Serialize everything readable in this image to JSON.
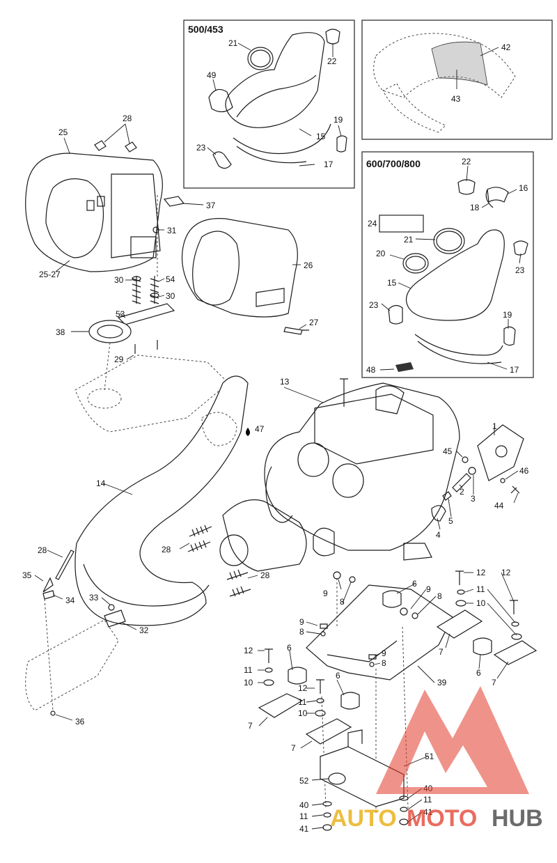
{
  "insets": {
    "inset_500": {
      "title": "500/453"
    },
    "inset_600": {
      "title": "600/700/800"
    }
  },
  "callouts": [
    {
      "id": "c21a",
      "text": "21"
    },
    {
      "id": "c22a",
      "text": "22"
    },
    {
      "id": "c49",
      "text": "49"
    },
    {
      "id": "c19a",
      "text": "19"
    },
    {
      "id": "c15a",
      "text": "15"
    },
    {
      "id": "c23a",
      "text": "23"
    },
    {
      "id": "c17a",
      "text": "17"
    },
    {
      "id": "c42",
      "text": "42"
    },
    {
      "id": "c43",
      "text": "43"
    },
    {
      "id": "c22b",
      "text": "22"
    },
    {
      "id": "c16",
      "text": "16"
    },
    {
      "id": "c18",
      "text": "18"
    },
    {
      "id": "c24",
      "text": "24"
    },
    {
      "id": "c21b",
      "text": "21"
    },
    {
      "id": "c20",
      "text": "20"
    },
    {
      "id": "c23b",
      "text": "23"
    },
    {
      "id": "c15b",
      "text": "15"
    },
    {
      "id": "c23c",
      "text": "23"
    },
    {
      "id": "c19b",
      "text": "19"
    },
    {
      "id": "c48",
      "text": "48"
    },
    {
      "id": "c17b",
      "text": "17"
    },
    {
      "id": "c28a",
      "text": "28"
    },
    {
      "id": "c25",
      "text": "25"
    },
    {
      "id": "c37",
      "text": "37"
    },
    {
      "id": "c31",
      "text": "31"
    },
    {
      "id": "c25_27",
      "text": "25-27"
    },
    {
      "id": "c30a",
      "text": "30"
    },
    {
      "id": "c54",
      "text": "54"
    },
    {
      "id": "c30b",
      "text": "30"
    },
    {
      "id": "c26",
      "text": "26"
    },
    {
      "id": "c53",
      "text": "53"
    },
    {
      "id": "c38",
      "text": "38"
    },
    {
      "id": "c27",
      "text": "27"
    },
    {
      "id": "c29",
      "text": "29"
    },
    {
      "id": "c13",
      "text": "13"
    },
    {
      "id": "c47",
      "text": "47"
    },
    {
      "id": "c1",
      "text": "1"
    },
    {
      "id": "c45",
      "text": "45"
    },
    {
      "id": "c46",
      "text": "46"
    },
    {
      "id": "c2",
      "text": "2"
    },
    {
      "id": "c3",
      "text": "3"
    },
    {
      "id": "c44",
      "text": "44"
    },
    {
      "id": "c5",
      "text": "5"
    },
    {
      "id": "c4",
      "text": "4"
    },
    {
      "id": "c14",
      "text": "14"
    },
    {
      "id": "c28b",
      "text": "28"
    },
    {
      "id": "c28c",
      "text": "28"
    },
    {
      "id": "c28d",
      "text": "28"
    },
    {
      "id": "c35",
      "text": "35"
    },
    {
      "id": "c34",
      "text": "34"
    },
    {
      "id": "c33",
      "text": "33"
    },
    {
      "id": "c32",
      "text": "32"
    },
    {
      "id": "c36",
      "text": "36"
    },
    {
      "id": "c9a",
      "text": "9"
    },
    {
      "id": "c8a",
      "text": "8"
    },
    {
      "id": "c6a",
      "text": "6"
    },
    {
      "id": "c9b",
      "text": "9"
    },
    {
      "id": "c8b",
      "text": "8"
    },
    {
      "id": "c12a",
      "text": "12"
    },
    {
      "id": "c11a",
      "text": "11"
    },
    {
      "id": "c10a",
      "text": "10"
    },
    {
      "id": "c9c",
      "text": "9"
    },
    {
      "id": "c8c",
      "text": "8"
    },
    {
      "id": "c7a",
      "text": "7"
    },
    {
      "id": "c6b",
      "text": "6"
    },
    {
      "id": "c7b",
      "text": "7"
    },
    {
      "id": "c12b",
      "text": "12"
    },
    {
      "id": "c6c",
      "text": "6"
    },
    {
      "id": "c11b",
      "text": "11"
    },
    {
      "id": "c10b",
      "text": "10"
    },
    {
      "id": "c9d",
      "text": "9"
    },
    {
      "id": "c8d",
      "text": "8"
    },
    {
      "id": "c12c",
      "text": "12"
    },
    {
      "id": "c6d",
      "text": "6"
    },
    {
      "id": "c12d",
      "text": "12"
    },
    {
      "id": "c11c",
      "text": "11"
    },
    {
      "id": "c10c",
      "text": "10"
    },
    {
      "id": "c7c",
      "text": "7"
    },
    {
      "id": "c39",
      "text": "39"
    },
    {
      "id": "c7d",
      "text": "7"
    },
    {
      "id": "c51",
      "text": "51"
    },
    {
      "id": "c52",
      "text": "52"
    },
    {
      "id": "c40a",
      "text": "40"
    },
    {
      "id": "c40b",
      "text": "40"
    },
    {
      "id": "c11d",
      "text": "11"
    },
    {
      "id": "c11e",
      "text": "11"
    },
    {
      "id": "c41a",
      "text": "41"
    },
    {
      "id": "c41b",
      "text": "41"
    }
  ],
  "watermark": {
    "part1": "AUTO",
    "part2": "MOTO",
    "part3": "HUB",
    "color1": "#e8a800",
    "color2": "#e23b2a",
    "color3": "#3a3a3a",
    "logo_color": "#e23b2a"
  }
}
